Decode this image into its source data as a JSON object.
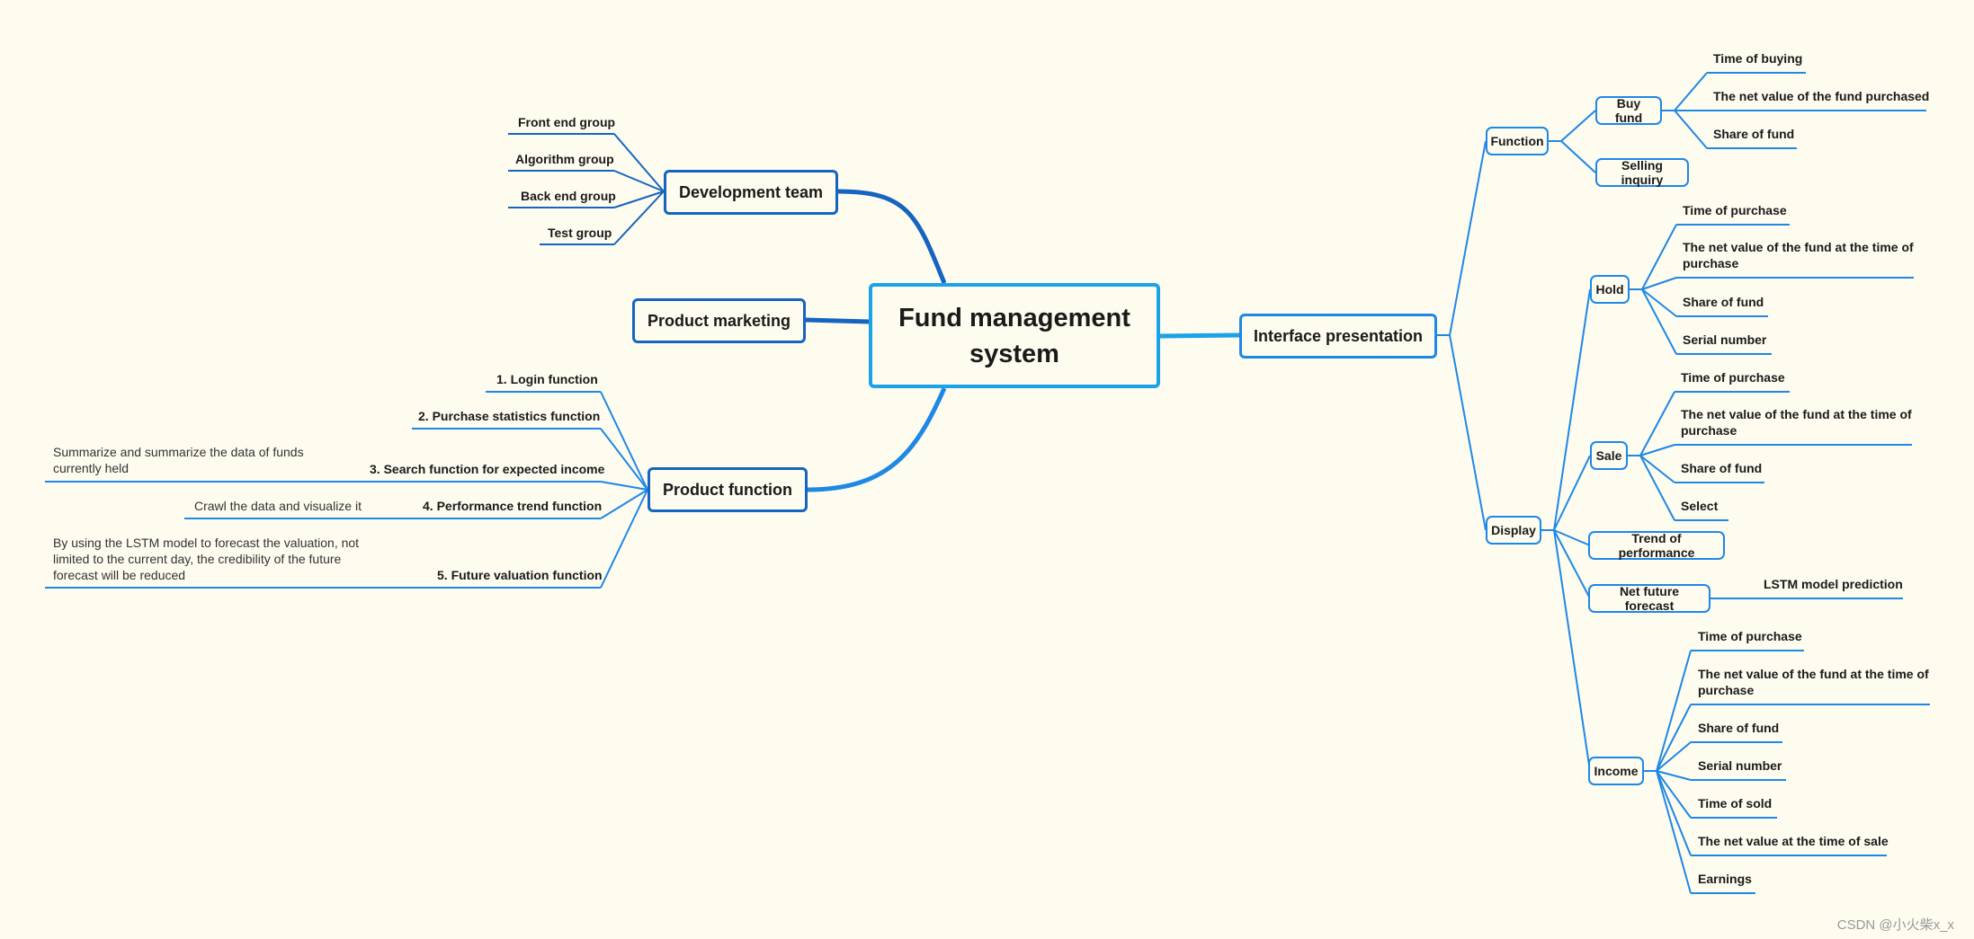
{
  "central": "Fund management system",
  "development": {
    "label": "Development team",
    "items": [
      "Front end group",
      "Algorithm group",
      "Back end group",
      "Test group"
    ]
  },
  "marketing": {
    "label": "Product marketing"
  },
  "product_function": {
    "label": "Product function",
    "items": [
      "1. Login function",
      "2. Purchase statistics function",
      "3. Search function for expected income",
      "4. Performance trend function",
      "5. Future valuation function"
    ],
    "notes": [
      "Summarize and summarize the data of funds currently held",
      "Crawl the data and visualize it",
      "By using the LSTM model to forecast the valuation, not limited to the current day, the credibility of the future forecast will be reduced"
    ]
  },
  "interface": {
    "label": "Interface presentation",
    "function": {
      "label": "Function",
      "buy": {
        "label": "Buy fund",
        "items": [
          "Time of buying",
          "The net value of the fund purchased",
          "Share of fund"
        ]
      },
      "selling": "Selling inquiry"
    },
    "display": {
      "label": "Display",
      "hold": {
        "label": "Hold",
        "items": [
          "Time of purchase",
          "The net value of the fund at the time of purchase",
          "Share of fund",
          "Serial number"
        ]
      },
      "sale": {
        "label": "Sale",
        "items": [
          "Time of purchase",
          "The net value of the fund at the time of purchase",
          "Share of fund",
          "Select"
        ]
      },
      "trend": "Trend of performance",
      "forecast": {
        "label": "Net future forecast",
        "item": "LSTM model prediction"
      },
      "income": {
        "label": "Income",
        "items": [
          "Time of purchase",
          "The net value of the fund at the time of purchase",
          "Share of fund",
          "Serial number",
          "Time of sold",
          "The net value at the time of sale",
          "Earnings"
        ]
      }
    }
  },
  "watermark": "CSDN @小火柴x_x",
  "colors": {
    "background": "#fefbef",
    "central_border": "#1aa3e8",
    "left_branch": "#1565c0",
    "right_branch": "#1e88e5"
  }
}
